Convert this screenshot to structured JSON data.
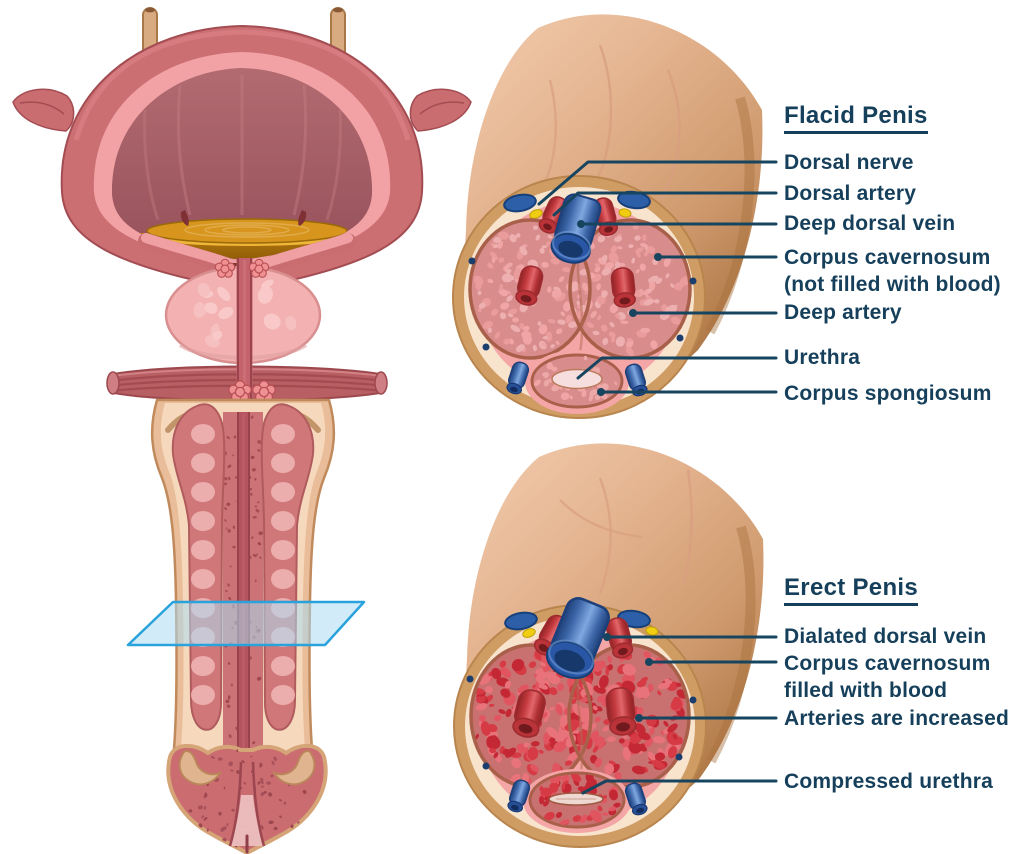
{
  "sections": {
    "flaccid": {
      "title": "Flacid Penis",
      "labels": {
        "dorsal_nerve": "Dorsal nerve",
        "dorsal_artery": "Dorsal artery",
        "deep_dorsal_vein": "Deep dorsal vein",
        "corpus_cavernosum": "Corpus cavernosum\n(not filled with blood)",
        "deep_artery": "Deep artery",
        "urethra": "Urethra",
        "corpus_spongiosum": "Corpus spongiosum"
      }
    },
    "erect": {
      "title": "Erect Penis",
      "labels": {
        "dilated_dorsal_vein": "Dialated dorsal vein",
        "corpus_cavernosum_filled": "Corpus cavernosum\nfilled with blood",
        "arteries_increased": "Arteries are increased",
        "compressed_urethra": "Compressed urethra"
      }
    }
  },
  "colors": {
    "label_text": "#153f5a",
    "leader_line": "#17455f",
    "plane_fill": "#abdcf3",
    "plane_border": "#2aa2dc",
    "skin": "#e2b18d",
    "artery_red": "#c2393d",
    "vein_blue": "#3c66a8",
    "nerve_yellow": "#f0cd11",
    "tissue_pink": "#d88c8c",
    "blood_red": "#d63a45",
    "urine_gold": "#d7951e"
  }
}
